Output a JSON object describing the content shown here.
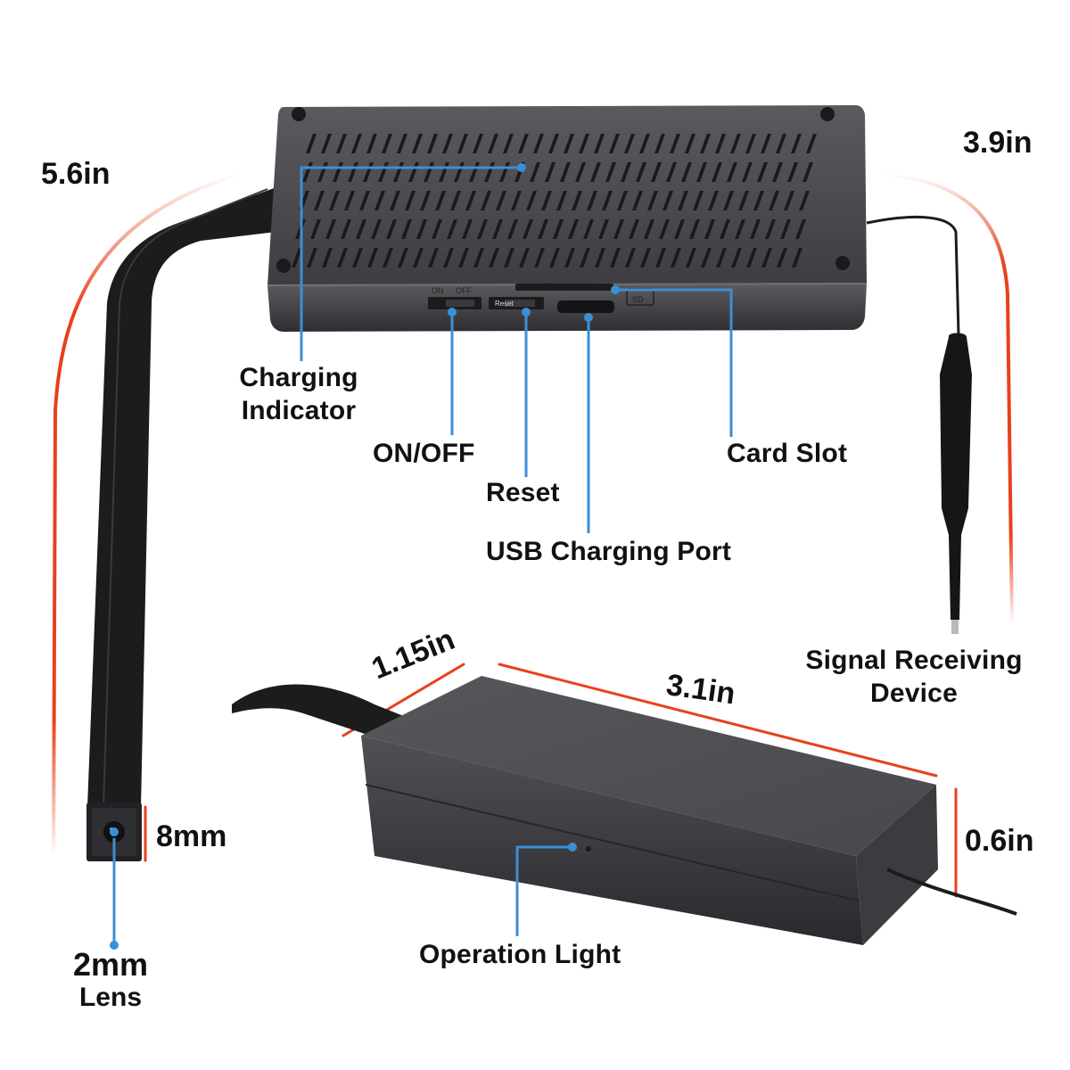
{
  "dimensions": {
    "height_left": "5.6in",
    "height_right": "3.9in",
    "width_front": "1.15in",
    "length_front": "3.1in",
    "thickness": "0.6in",
    "camera_module": "8mm"
  },
  "callouts": {
    "charging_indicator_line1": "Charging",
    "charging_indicator_line2": "Indicator",
    "on_off": "ON/OFF",
    "reset": "Reset",
    "usb_port": "USB Charging Port",
    "card_slot": "Card Slot",
    "signal_line1": "Signal Receiving",
    "signal_line2": "Device",
    "operation_light": "Operation Light",
    "lens_size": "2mm",
    "lens_label": "Lens"
  },
  "device_markings": {
    "on": "ON",
    "off": "OFF",
    "reset": "Reset",
    "sd": "SD"
  },
  "colors": {
    "callout_line": "#3a8fd6",
    "dimension_line": "#e8401c",
    "device_body": "#4a4a4e",
    "ribbon": "#1c1c1c"
  }
}
